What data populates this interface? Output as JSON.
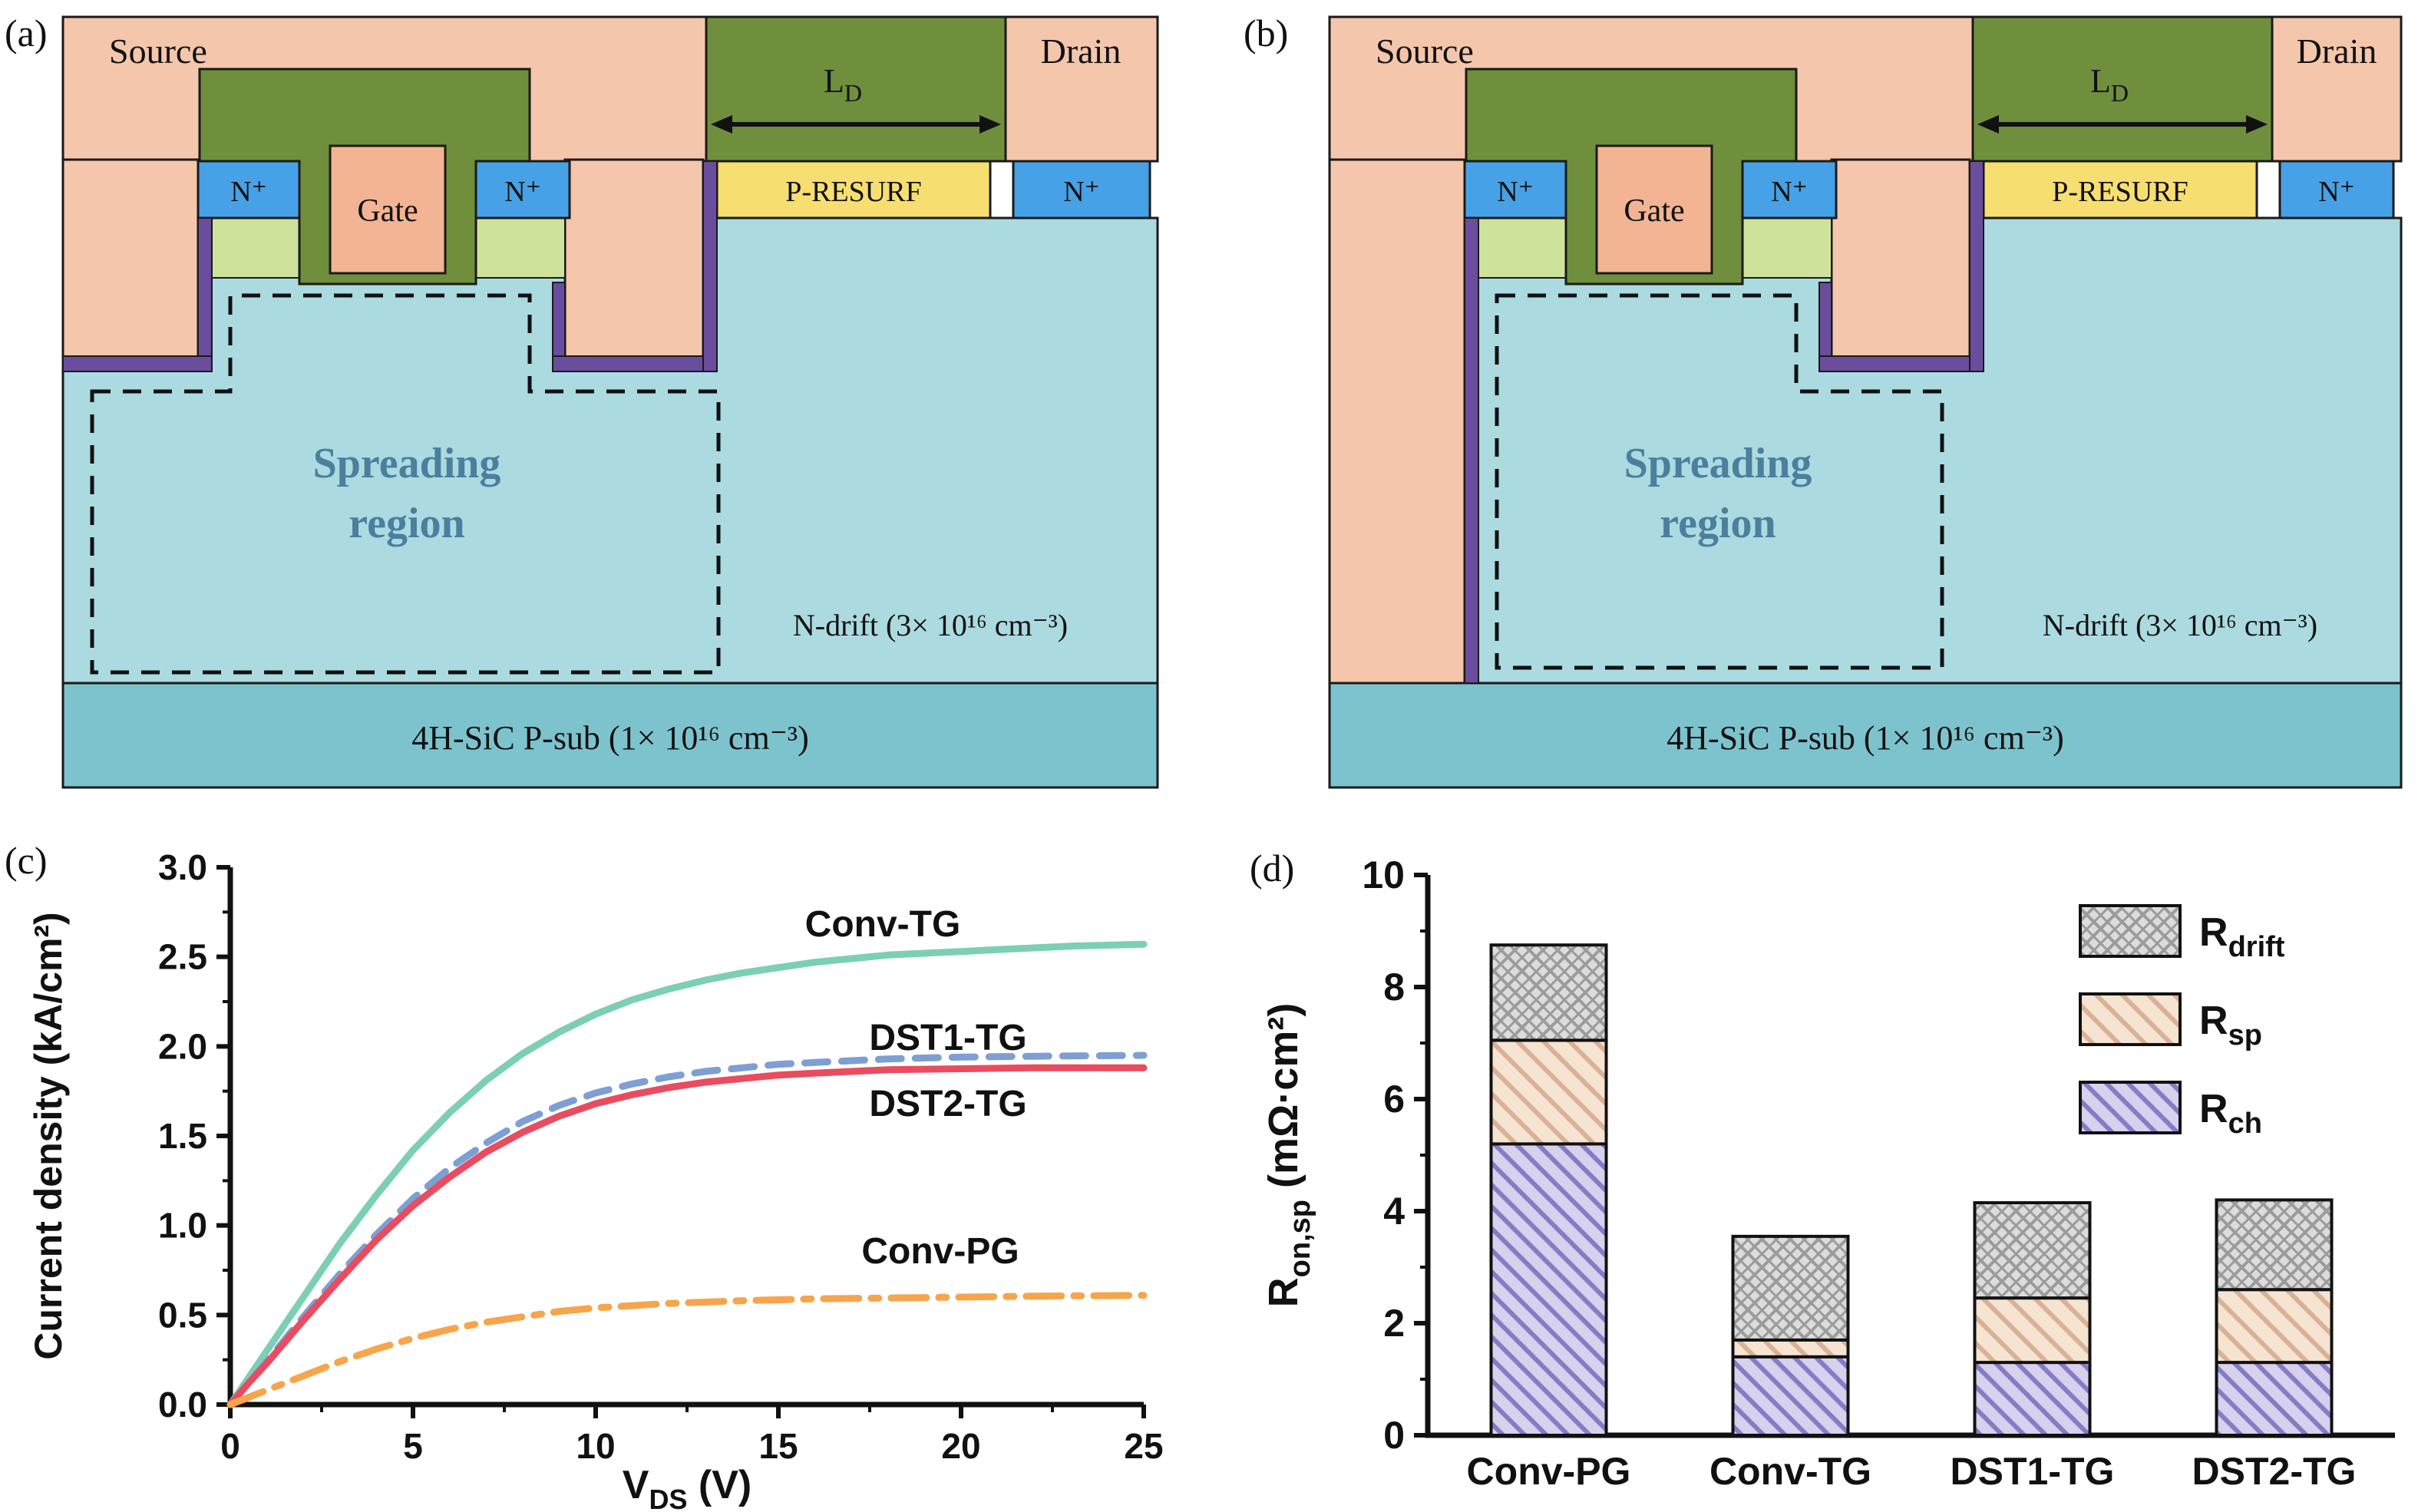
{
  "labels": {
    "a": "(a)",
    "b": "(b)",
    "c": "(c)",
    "d": "(d)"
  },
  "palette": {
    "c_metal": "#f4c6ab",
    "c_gate": "#f2b492",
    "c_poly": "#6f8f3d",
    "c_nplus": "#47a1e6",
    "c_pbase": "#cfe29c",
    "c_presurf": "#f6de71",
    "c_ndrift": "#abdae0",
    "c_psub": "#7dc3cd",
    "c_pplus": "#6a4d9c",
    "c_spread": "#4c7f9d",
    "c_rdrift_bg": "#dcdcdc",
    "c_rdrift_ln": "#9b9b9b",
    "c_rsp_bg": "#f6e4d2",
    "c_rsp_ln": "#d9b195",
    "c_rch_bg": "#d7d1ee",
    "c_rch_ln": "#867cc5"
  },
  "panel_a": {
    "source": "Source",
    "gate": "Gate",
    "drain": "Drain",
    "nplus_left": "N⁺",
    "nplus_right": "N⁺",
    "nplus_drain": "N⁺",
    "presurf": "P-RESURF",
    "ld_base": "L",
    "ld_sub": "D",
    "spreading_line1": "Spreading",
    "spreading_line2": "region",
    "ndrift": "N-drift (3× 10¹⁶ cm⁻³)",
    "psub": "4H-SiC P-sub (1× 10¹⁶ cm⁻³)"
  },
  "panel_b": {
    "source": "Source",
    "gate": "Gate",
    "drain": "Drain",
    "nplus_left": "N⁺",
    "nplus_right": "N⁺",
    "nplus_drain": "N⁺",
    "presurf": "P-RESURF",
    "ld_base": "L",
    "ld_sub": "D",
    "spreading_line1": "Spreading",
    "spreading_line2": "region",
    "ndrift": "N-drift (3× 10¹⁶ cm⁻³)",
    "psub": "4H-SiC P-sub (1× 10¹⁶ cm⁻³)"
  },
  "chart_data": [
    {
      "id": "c",
      "type": "line",
      "title": "",
      "ylabel": "Current density (kA/cm²)",
      "xlabel_base": "V",
      "xlabel_sub": "DS",
      "xlabel_unit": " (V)",
      "xlim": [
        0,
        25
      ],
      "ylim": [
        0,
        3
      ],
      "xticks": [
        0,
        5,
        10,
        15,
        20,
        25
      ],
      "xtick_labels": [
        "0",
        "5",
        "10",
        "15",
        "20",
        "25"
      ],
      "yticks": [
        0,
        0.5,
        1.0,
        1.5,
        2.0,
        2.5,
        3.0
      ],
      "ytick_labels": [
        "0.0",
        "0.5",
        "1.0",
        "1.5",
        "2.0",
        "2.5",
        "3.0"
      ],
      "xminor": 2.5,
      "yminor": 0.25,
      "grid": false,
      "series": [
        {
          "name": "Conv-TG",
          "color": "#7ccfb4",
          "dash": "",
          "width": 9,
          "points": [
            [
              0,
              0
            ],
            [
              0.5,
              0.15
            ],
            [
              1,
              0.3
            ],
            [
              1.5,
              0.45
            ],
            [
              2,
              0.6
            ],
            [
              3,
              0.9
            ],
            [
              4,
              1.17
            ],
            [
              5,
              1.42
            ],
            [
              6,
              1.63
            ],
            [
              7,
              1.81
            ],
            [
              8,
              1.96
            ],
            [
              9,
              2.08
            ],
            [
              10,
              2.18
            ],
            [
              11,
              2.26
            ],
            [
              12,
              2.32
            ],
            [
              13,
              2.37
            ],
            [
              14,
              2.41
            ],
            [
              15,
              2.44
            ],
            [
              16,
              2.47
            ],
            [
              17,
              2.49
            ],
            [
              18,
              2.51
            ],
            [
              19,
              2.52
            ],
            [
              20,
              2.53
            ],
            [
              21,
              2.54
            ],
            [
              22,
              2.55
            ],
            [
              23,
              2.56
            ],
            [
              24,
              2.565
            ],
            [
              25,
              2.57
            ]
          ]
        },
        {
          "name": "DST1-TG",
          "color": "#7d9fd3",
          "dash": "30 18",
          "width": 9,
          "points": [
            [
              0,
              0
            ],
            [
              0.5,
              0.12
            ],
            [
              1,
              0.24
            ],
            [
              2,
              0.49
            ],
            [
              3,
              0.73
            ],
            [
              4,
              0.95
            ],
            [
              5,
              1.15
            ],
            [
              6,
              1.32
            ],
            [
              7,
              1.46
            ],
            [
              8,
              1.58
            ],
            [
              9,
              1.67
            ],
            [
              10,
              1.74
            ],
            [
              11,
              1.79
            ],
            [
              12,
              1.83
            ],
            [
              13,
              1.86
            ],
            [
              14,
              1.88
            ],
            [
              15,
              1.9
            ],
            [
              16,
              1.91
            ],
            [
              17,
              1.92
            ],
            [
              18,
              1.93
            ],
            [
              20,
              1.94
            ],
            [
              22,
              1.945
            ],
            [
              25,
              1.95
            ]
          ]
        },
        {
          "name": "DST2-TG",
          "color": "#ea4c5f",
          "dash": "",
          "width": 9,
          "points": [
            [
              0,
              0
            ],
            [
              0.5,
              0.12
            ],
            [
              1,
              0.23
            ],
            [
              2,
              0.47
            ],
            [
              3,
              0.7
            ],
            [
              4,
              0.92
            ],
            [
              5,
              1.11
            ],
            [
              6,
              1.27
            ],
            [
              7,
              1.41
            ],
            [
              8,
              1.52
            ],
            [
              9,
              1.61
            ],
            [
              10,
              1.68
            ],
            [
              11,
              1.73
            ],
            [
              12,
              1.77
            ],
            [
              13,
              1.8
            ],
            [
              14,
              1.82
            ],
            [
              15,
              1.84
            ],
            [
              16,
              1.85
            ],
            [
              17,
              1.86
            ],
            [
              18,
              1.87
            ],
            [
              20,
              1.875
            ],
            [
              22,
              1.88
            ],
            [
              25,
              1.88
            ]
          ]
        },
        {
          "name": "Conv-PG",
          "color": "#f6a54c",
          "dash": "46 16 10 16",
          "width": 9,
          "points": [
            [
              0,
              0
            ],
            [
              1,
              0.08
            ],
            [
              2,
              0.16
            ],
            [
              3,
              0.24
            ],
            [
              4,
              0.31
            ],
            [
              5,
              0.37
            ],
            [
              6,
              0.42
            ],
            [
              7,
              0.46
            ],
            [
              8,
              0.49
            ],
            [
              9,
              0.52
            ],
            [
              10,
              0.54
            ],
            [
              12,
              0.565
            ],
            [
              14,
              0.58
            ],
            [
              16,
              0.59
            ],
            [
              18,
              0.595
            ],
            [
              20,
              0.6
            ],
            [
              22,
              0.605
            ],
            [
              25,
              0.61
            ]
          ]
        }
      ],
      "legend_position": "labels-on-curves"
    },
    {
      "id": "d",
      "type": "stacked_bar",
      "title": "",
      "ylabel_base": "R",
      "ylabel_sub": "on,sp",
      "ylabel_unit": " (mΩ·cm²)",
      "ylim": [
        0,
        10
      ],
      "yticks": [
        0,
        2,
        4,
        6,
        8,
        10
      ],
      "ytick_labels": [
        "0",
        "2",
        "4",
        "6",
        "8",
        "10"
      ],
      "yminor": 1,
      "grid": false,
      "categories": [
        "Conv-PG",
        "Conv-TG",
        "DST1-TG",
        "DST2-TG"
      ],
      "series": [
        {
          "key": "ch",
          "name_base": "R",
          "name_sub": "ch",
          "values": [
            5.2,
            1.4,
            1.3,
            1.3
          ]
        },
        {
          "key": "sp",
          "name_base": "R",
          "name_sub": "sp",
          "values": [
            1.85,
            0.3,
            1.15,
            1.3
          ]
        },
        {
          "key": "drift",
          "name_base": "R",
          "name_sub": "drift",
          "values": [
            1.7,
            1.85,
            1.7,
            1.6
          ]
        }
      ],
      "legend_position": "top-right"
    }
  ]
}
